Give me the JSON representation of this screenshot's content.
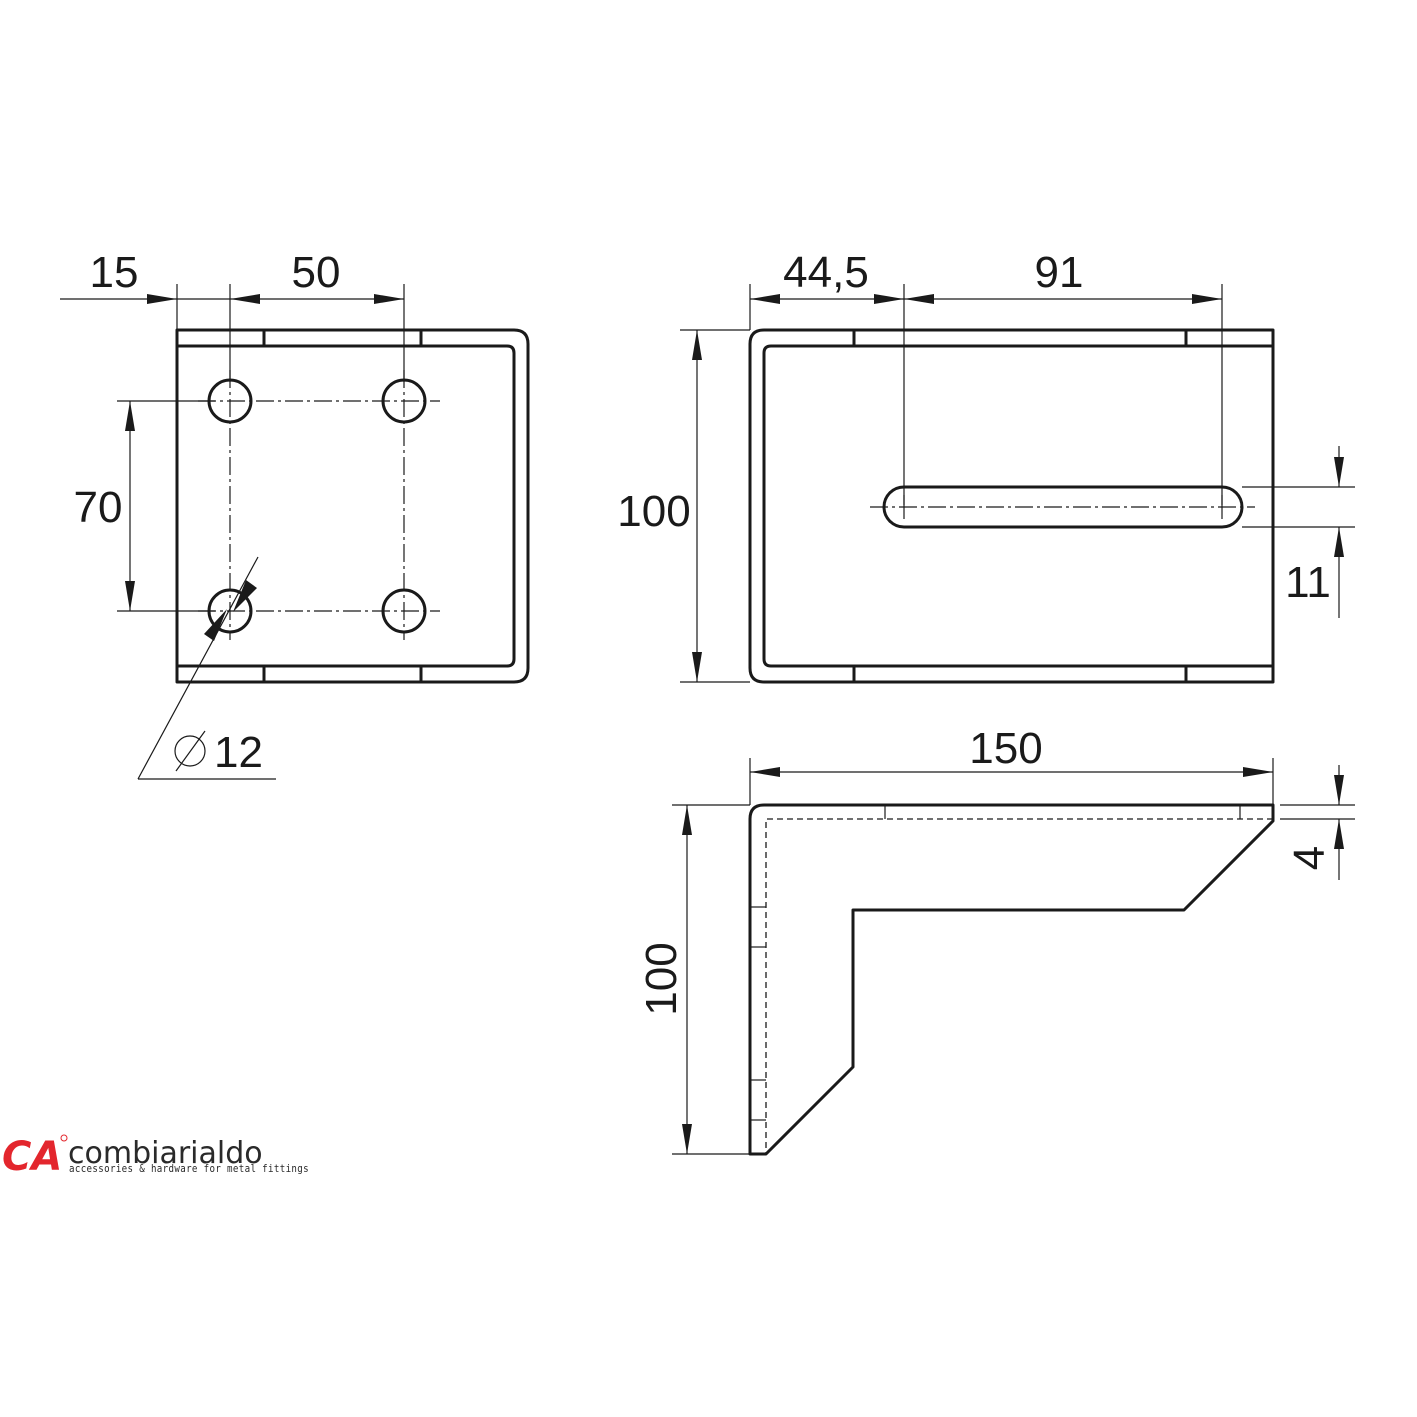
{
  "dimensions": {
    "flange_edge_offset": "15",
    "hole_spacing_x": "50",
    "hole_spacing_y": "70",
    "hole_diameter": "12",
    "slot_edge_offset": "44,5",
    "slot_length": "91",
    "height_front": "100",
    "slot_width": "11",
    "length": "150",
    "height_side": "100",
    "thickness": "4"
  },
  "logo": {
    "mark": "CA",
    "name": "combiarialdo",
    "tagline": "accessories & hardware for metal fittings",
    "brand_color": "#e3262d"
  }
}
